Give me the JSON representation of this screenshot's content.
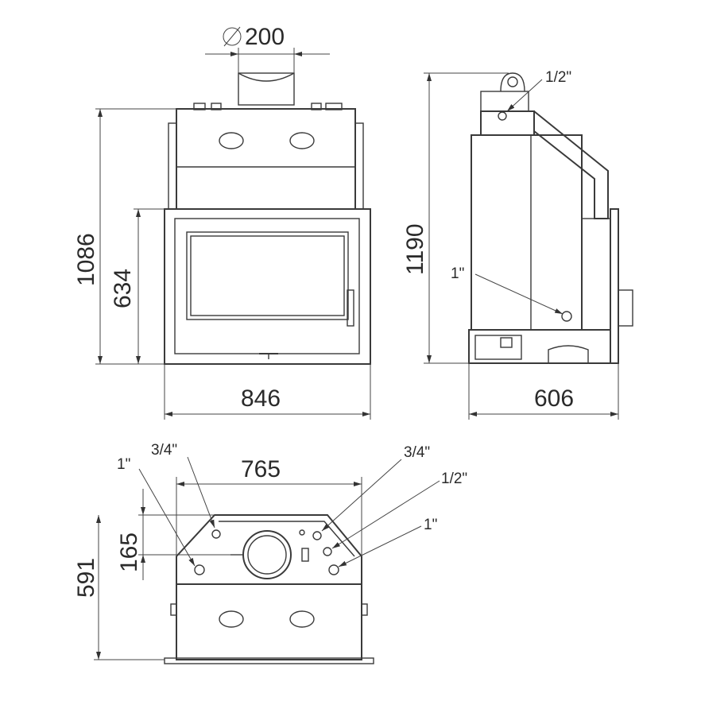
{
  "front_view": {
    "flue_diameter_symbol": "∅",
    "flue_diameter": "200",
    "height_total": "1086",
    "height_door": "634",
    "width": "846"
  },
  "side_view": {
    "height_total": "1190",
    "depth": "606",
    "connection_top": "1/2\"",
    "connection_side": "1\""
  },
  "top_view": {
    "inner_width": "765",
    "depth": "591",
    "offset": "165",
    "connections_left": [
      "1\"",
      "3/4\""
    ],
    "connections_right": [
      "3/4\"",
      "1/2\"",
      "1\""
    ]
  },
  "colors": {
    "line": "#3a3a3a",
    "background": "#ffffff"
  }
}
